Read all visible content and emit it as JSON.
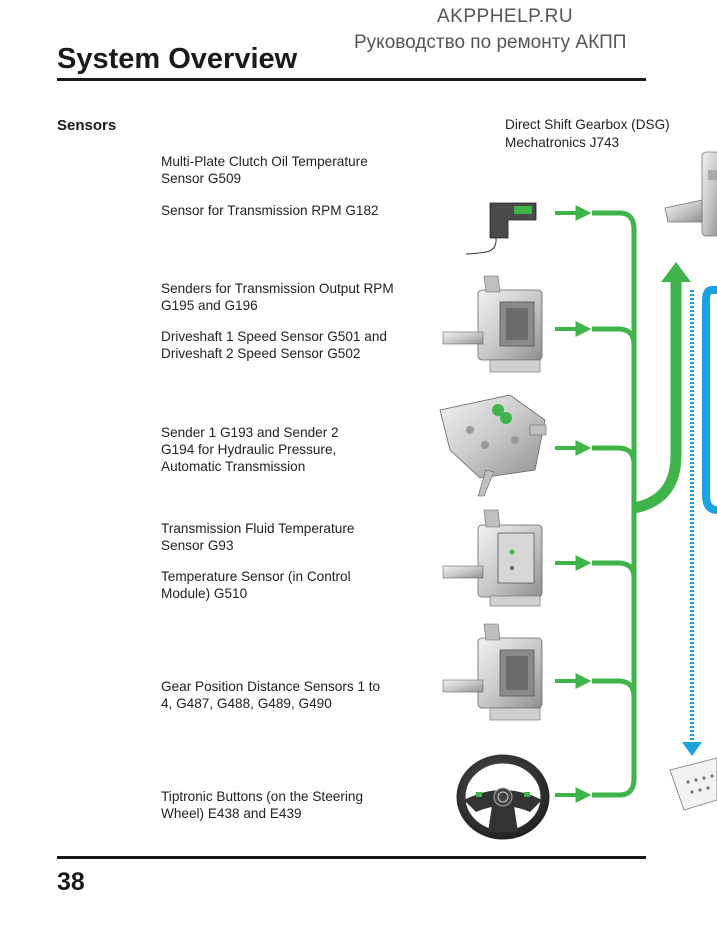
{
  "watermark": {
    "site": "AKPPHELP.RU",
    "subtitle": "Руководство по ремонту АКПП"
  },
  "header": {
    "title": "System Overview"
  },
  "section": {
    "title": "Sensors"
  },
  "sensors": [
    {
      "label": "Multi-Plate Clutch Oil Temperature Sensor G509"
    },
    {
      "label": "Sensor for Transmission RPM G182"
    },
    {
      "label": "Senders for Transmission Output RPM G195 and G196"
    },
    {
      "label": "Driveshaft 1 Speed Sensor G501 and Driveshaft 2 Speed Sensor G502"
    },
    {
      "label": "Sender 1 G193 and Sender 2 G194 for Hydraulic Pressure, Automatic Transmission"
    },
    {
      "label": "Transmission Fluid Temperature Sensor G93"
    },
    {
      "label": "Temperature Sensor (in  Control Module) G510"
    },
    {
      "label": "Gear Position Distance Sensors 1 to 4, G487, G488, G489, G490"
    },
    {
      "label": "Tiptronic Buttons (on the Steering Wheel) E438 and E439"
    }
  ],
  "mechatronics": {
    "label": "Direct Shift Gearbox (DSG) Mechatronics J743"
  },
  "footer": {
    "page_number": "38"
  },
  "colors": {
    "signal_green": "#3fb44a",
    "bus_blue": "#1aa3e0",
    "text": "#1a1a1a"
  },
  "icons": [
    "rpm-sensor-icon",
    "control-module-icon",
    "hydraulic-valve-body-icon",
    "steering-wheel-icon",
    "diagnostic-connector-icon"
  ]
}
